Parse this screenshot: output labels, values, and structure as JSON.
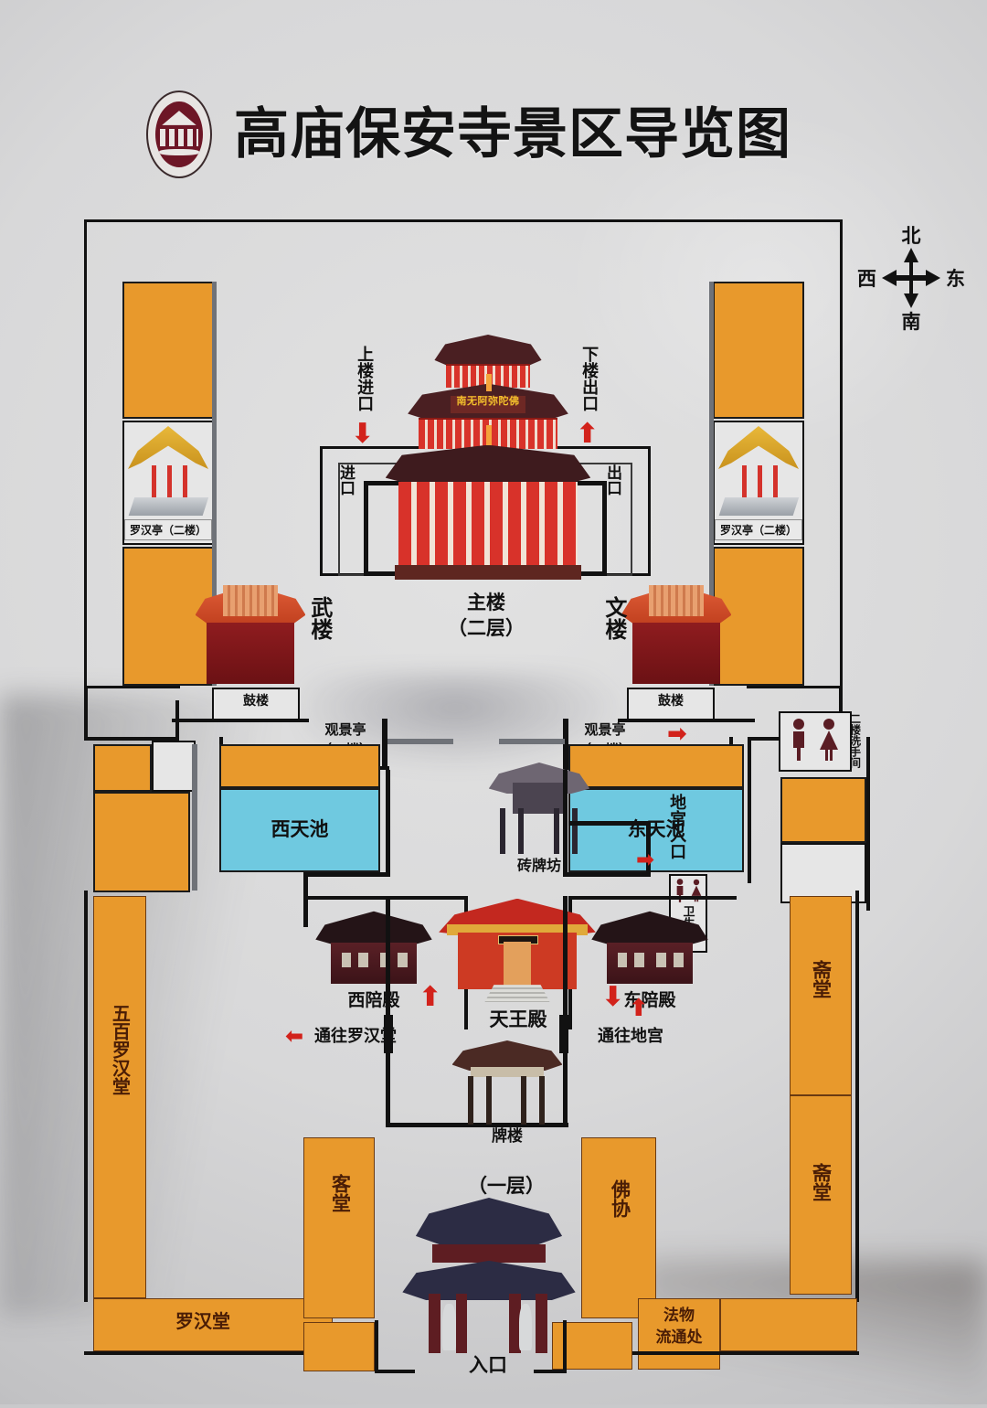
{
  "header": {
    "title": "高庙保安寺景区导览图",
    "logo_name": "gaomiao-baoan-temple-emblem"
  },
  "compass": {
    "north": "北",
    "south": "南",
    "west": "西",
    "east": "东"
  },
  "map": {
    "floor_upper_label": "主楼\n（二层）",
    "floor_upper_line1": "主楼",
    "floor_upper_line2": "（二层）",
    "floor_lower_label": "（一层）",
    "main_building": {
      "banner": "南无阿弥陀佛",
      "upstairs_entrance": "上楼进口",
      "downstairs_exit": "下楼出口",
      "entrance": "进口",
      "exit": "出口"
    },
    "labels": {
      "luohan_pavilion_west": "罗汉亭（二楼）",
      "luohan_pavilion_east": "罗汉亭（二楼）",
      "martial_tower": "武楼",
      "literary_tower": "文楼",
      "drum_tower_west": "鼓楼",
      "drum_tower_east": "鼓楼",
      "scenic_pavilion_west_l1": "观景亭",
      "scenic_pavilion_west_l2": "（二楼）",
      "scenic_pavilion_east_l1": "观景亭",
      "scenic_pavilion_east_l2": "（二楼）",
      "west_pool": "西天池",
      "east_pool": "东天池",
      "brick_archway": "砖牌坊",
      "underground_palace_entrance": "地宫入口",
      "restroom_second_floor": "二楼洗手间",
      "restroom": "卫生间",
      "west_side_hall": "西陪殿",
      "east_side_hall": "东陪殿",
      "heavenly_king_hall": "天王殿",
      "paifang": "牌楼",
      "to_arhat_hall": "通往罗汉堂",
      "to_underground_palace": "通往地宫",
      "five_hundred_arhat_hall": "五百罗汉堂",
      "arhat_hall": "罗汉堂",
      "guest_hall": "客堂",
      "buddhist_association": "佛协",
      "dining_hall_north": "斋堂",
      "dining_hall_south": "斋堂",
      "dharma_goods_office_l1": "法物",
      "dharma_goods_office_l2": "流通处",
      "entrance": "入口"
    },
    "colors": {
      "building_orange": "#e8992c",
      "water_blue": "#6fc9e0",
      "arrow_red": "#d2221b",
      "outline_black": "#111111",
      "paper_gray": "#dadada"
    }
  }
}
